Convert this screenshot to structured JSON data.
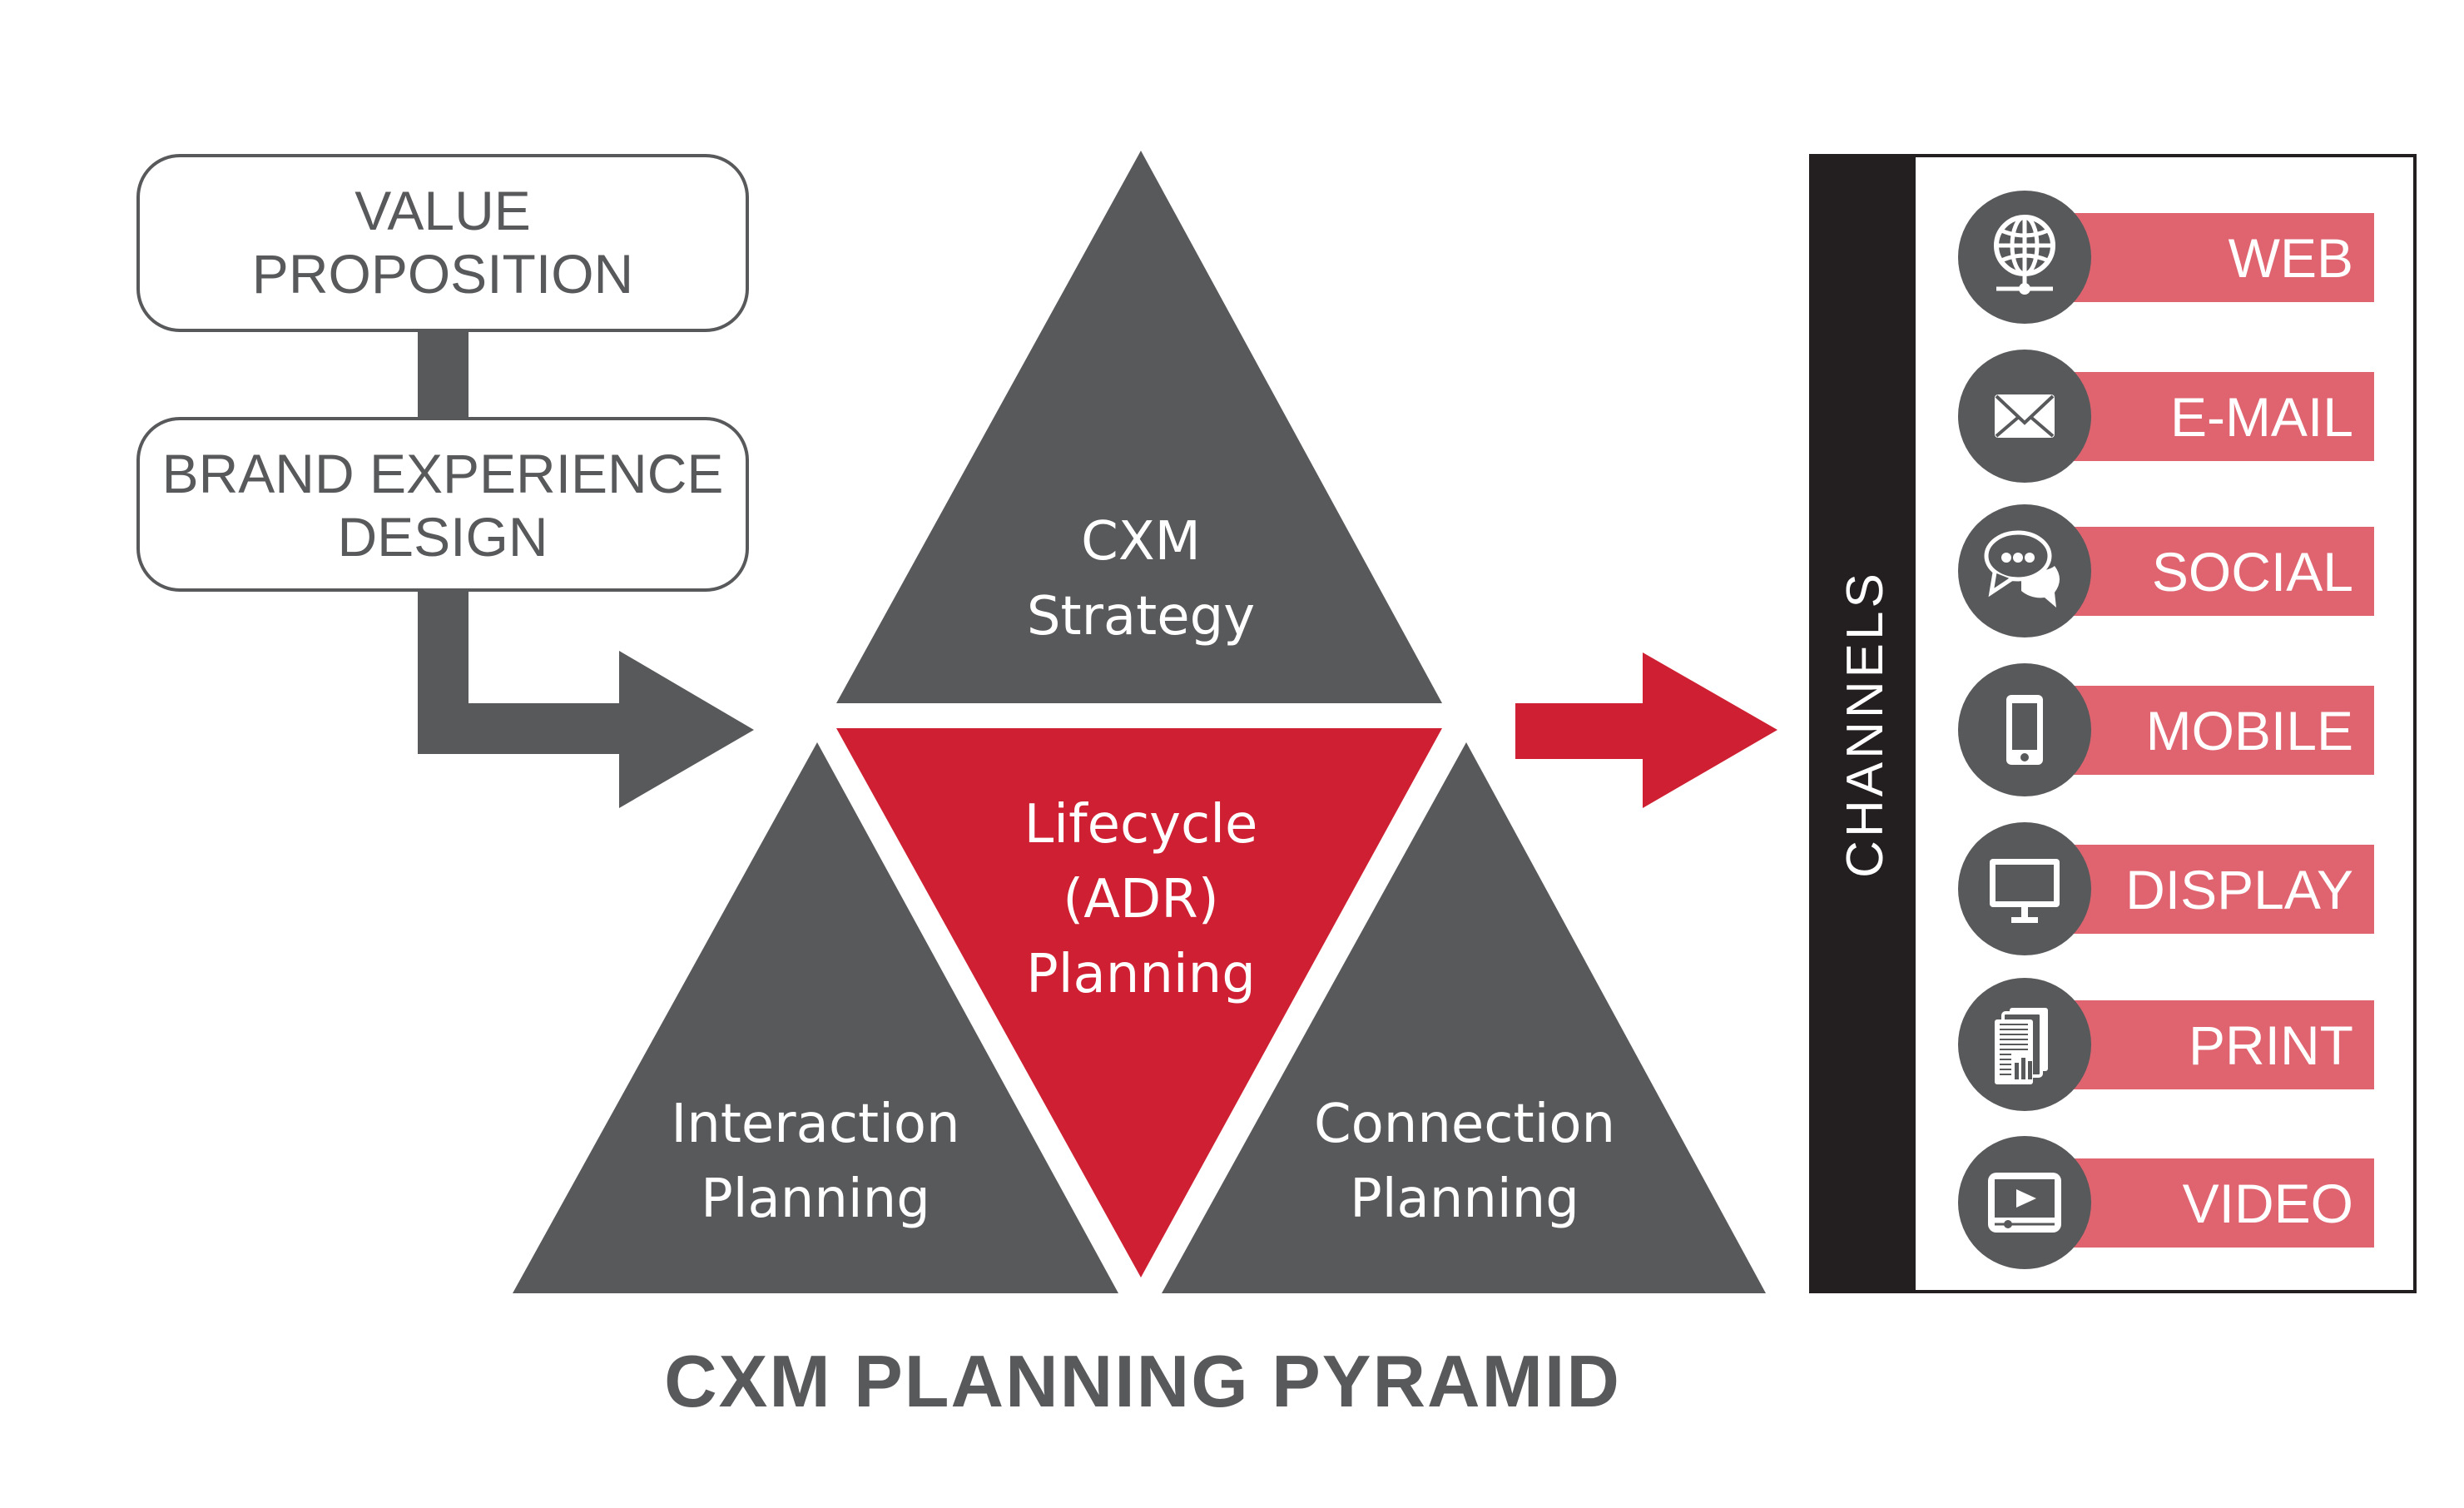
{
  "title": "CXM PLANNING PYRAMID",
  "colors": {
    "gray": "#58595b",
    "red": "#cf1f32",
    "channel_bar": "#df6470",
    "black": "#231f20",
    "white": "#ffffff"
  },
  "inputs": {
    "boxes": [
      {
        "lines": [
          "VALUE",
          "PROPOSITION"
        ]
      },
      {
        "lines": [
          "BRAND EXPERIENCE",
          "DESIGN"
        ]
      }
    ]
  },
  "pyramid": {
    "top": {
      "lines": [
        "CXM",
        "Strategy"
      ]
    },
    "center": {
      "lines": [
        "Lifecycle",
        "(ADR)",
        "Planning"
      ]
    },
    "left": {
      "lines": [
        "Interaction",
        "Planning"
      ]
    },
    "right": {
      "lines": [
        "Connection",
        "Planning"
      ]
    }
  },
  "channels": {
    "label": "CHANNELS",
    "items": [
      {
        "label": "WEB",
        "icon": "globe-network-icon"
      },
      {
        "label": "E-MAIL",
        "icon": "envelope-icon"
      },
      {
        "label": "SOCIAL",
        "icon": "chat-bubbles-icon"
      },
      {
        "label": "MOBILE",
        "icon": "smartphone-icon"
      },
      {
        "label": "DISPLAY",
        "icon": "monitor-icon"
      },
      {
        "label": "PRINT",
        "icon": "newspaper-icon"
      },
      {
        "label": "VIDEO",
        "icon": "video-player-icon"
      }
    ]
  }
}
